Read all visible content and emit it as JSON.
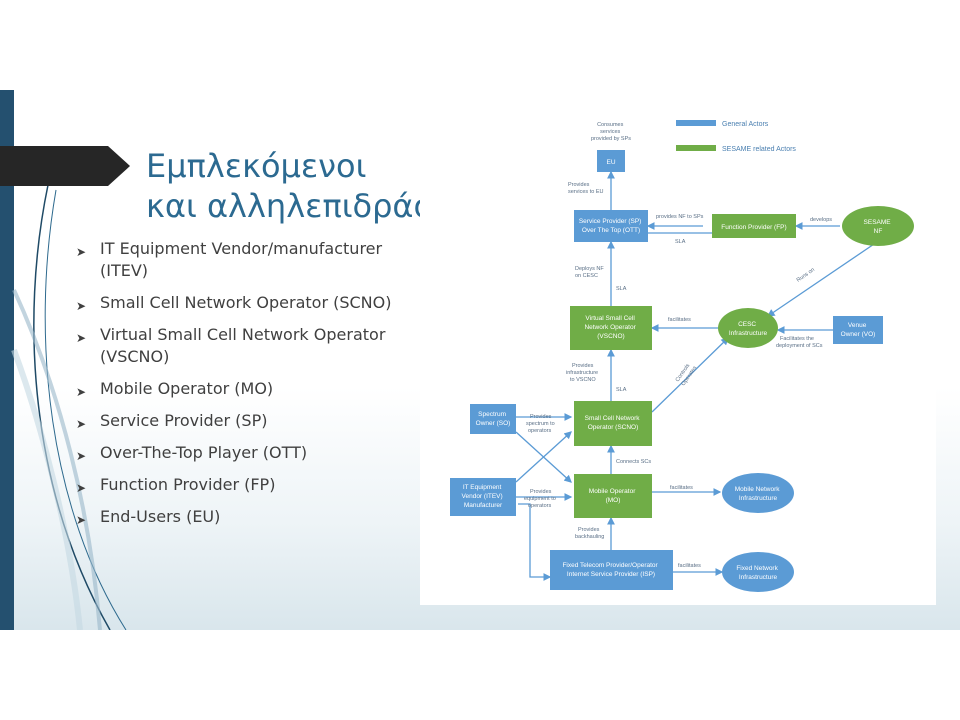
{
  "slide": {
    "title_lines": [
      "Εμπλεκόμενοι",
      "και αλληλεπιδράσεις"
    ],
    "bullets": [
      "IT Equipment Vendor/manufacturer (ITEV)",
      "Small Cell Network Operator (SCNO)",
      "Virtual Small Cell Network Operator (VSCNO)",
      "Mobile Operator (MO)",
      "Service Provider (SP)",
      "Over-The-Top Player (OTT)",
      "Function Provider (FP)",
      "End-Users (EU)"
    ]
  },
  "colors": {
    "general_actor": "#5b9bd5",
    "sesame_actor": "#70ad47",
    "title": "#2c6a91",
    "sidebar": "#24506f"
  },
  "diagram": {
    "legend": {
      "general": "General Actors",
      "sesame": "SESAME related Actors"
    },
    "nodes": {
      "eu": [
        "EU"
      ],
      "sp": [
        "Service Provider (SP)",
        "Over The Top (OTT)"
      ],
      "fp": [
        "Function Provider (FP)"
      ],
      "nf": [
        "SESAME",
        "NF"
      ],
      "vscno": [
        "Virtual Small Cell",
        "Network Operator",
        "(VSCNO)"
      ],
      "cesc": [
        "CESC",
        "Infrastructure"
      ],
      "vo": [
        "Venue",
        "Owner (VO)"
      ],
      "so": [
        "Spectrum",
        "Owner (SO)"
      ],
      "scno": [
        "Small Cell Network",
        "Operator (SCNO)"
      ],
      "itev": [
        "IT Equipment",
        "Vendor (ITEV)",
        "Manufacturer"
      ],
      "mo": [
        "Mobile Operator",
        "(MO)"
      ],
      "mni": [
        "Mobile Network",
        "Infrastructure"
      ],
      "isp": [
        "Fixed Telecom Provider/Operator",
        "Internet Service Provider (ISP)"
      ],
      "fni": [
        "Fixed Network",
        "Infrastructure"
      ]
    },
    "edge_labels": {
      "consumes": [
        "Consumes",
        "services",
        "provided by SPs"
      ],
      "provides_eu": [
        "Provides",
        "services to EU"
      ],
      "provides_nf": [
        "provides NF to SPs"
      ],
      "sla_top": [
        "SLA"
      ],
      "develops": [
        "develops"
      ],
      "deploys": [
        "Deploys NF",
        "on CESC"
      ],
      "sla_mid": [
        "SLA"
      ],
      "runs_on": [
        "Runs on"
      ],
      "facilitates_cesc": [
        "facilitates"
      ],
      "facilitates_deploy": [
        "Facilitates the",
        "deployment of SCs"
      ],
      "provides_infra": [
        "Provides",
        "infrastructure",
        "to VSCNO"
      ],
      "sla_low": [
        "SLA"
      ],
      "controls": [
        "Controls",
        "Operates"
      ],
      "provides_spectrum": [
        "Provides",
        "spectrum to",
        "operators"
      ],
      "connects": [
        "Connects SCs"
      ],
      "provides_equipment": [
        "Provides",
        "equipment to",
        "operators"
      ],
      "facilitates_mo": [
        "facilitates"
      ],
      "provides_backhauling": [
        "Provides",
        "backhauling"
      ],
      "facilitates_isp": [
        "facilitates"
      ]
    }
  }
}
